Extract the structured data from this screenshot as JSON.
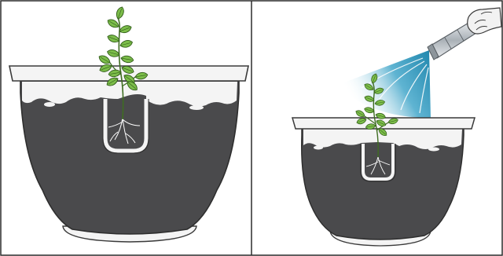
{
  "figure": {
    "panels": [
      {
        "id": "left",
        "scene": "planted-seedling-in-pot"
      },
      {
        "id": "right",
        "scene": "watering-seedling-with-hose-spray"
      }
    ],
    "colors": {
      "frame": "#2b2b2b",
      "soil": "#4a4a4c",
      "soil_edge": "#2e2e2e",
      "pot_rim": "#f4f4f4",
      "pot_outline": "#3a3a3a",
      "leaf": "#7cbd4a",
      "leaf_dark": "#4f8a2a",
      "leaf_vein": "#2f5a18",
      "root": "#ffffff",
      "spray_strong": "#2a8bb0",
      "spray_light": "#e8f6fb",
      "hose": "#b9bfc4",
      "glove": "#f2f2f2"
    },
    "icons": [
      "pot-icon",
      "seedling-icon",
      "roots-icon",
      "hose-nozzle-icon",
      "gloved-hand-icon",
      "water-spray-icon"
    ]
  }
}
